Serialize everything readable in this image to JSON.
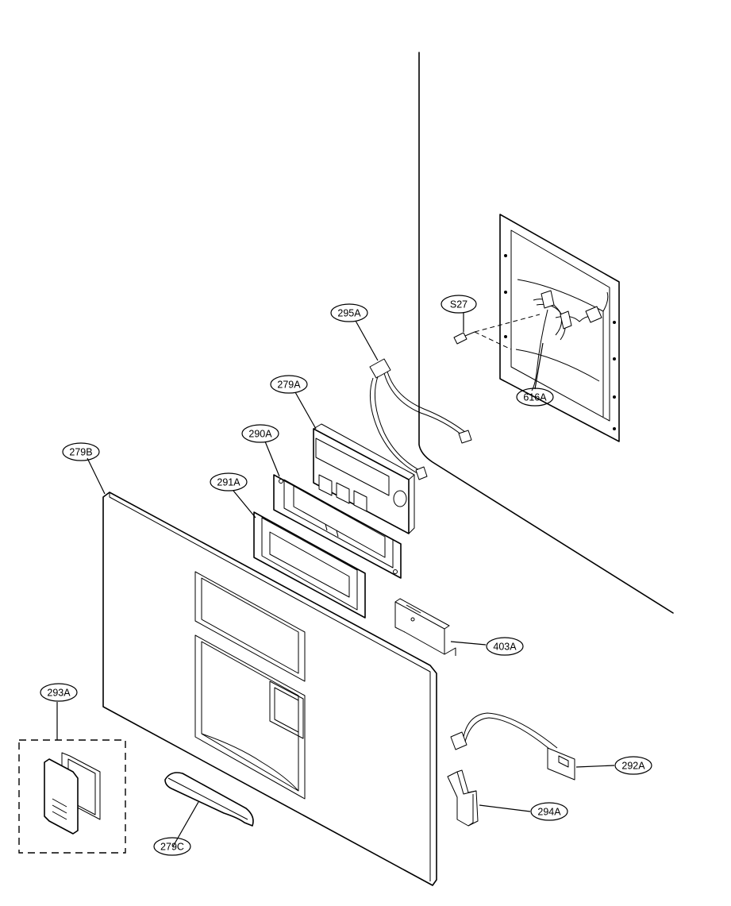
{
  "labels": {
    "l279B": "279B",
    "l293A": "293A",
    "l279C": "279C",
    "l291A": "291A",
    "l290A": "290A",
    "l279A": "279A",
    "l295A": "295A",
    "lS27": "S27",
    "l616A": "616A",
    "l403A": "403A",
    "l292A": "292A",
    "l294A": "294A"
  }
}
